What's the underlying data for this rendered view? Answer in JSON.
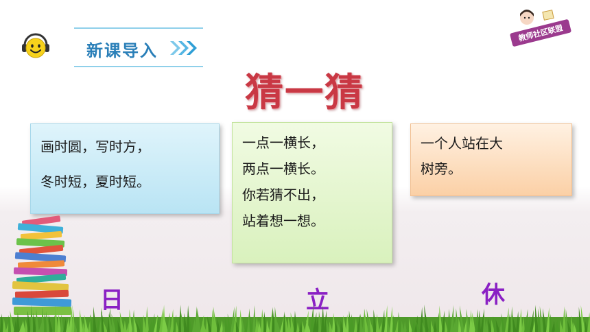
{
  "header": {
    "title": "新课导入"
  },
  "badge": {
    "text": "教师社区联盟"
  },
  "main": {
    "title": "猜一猜"
  },
  "riddles": [
    {
      "lines": [
        "画时圆，写时方，",
        "冬时短，夏时短。"
      ],
      "answer": "日"
    },
    {
      "lines": [
        "一点一横长，",
        "两点一横长。",
        "你若猜不出，",
        "站着想一想。"
      ],
      "answer": "立"
    },
    {
      "lines": [
        "一个人站在大",
        "树旁。"
      ],
      "answer": "休"
    }
  ],
  "colors": {
    "header_title": "#2a7fb8",
    "main_title": "#c93844",
    "answer": "#8a20c4",
    "card_blue": "#b9e4f4",
    "card_green": "#d9f1bd",
    "card_orange": "#fbd0a6"
  }
}
